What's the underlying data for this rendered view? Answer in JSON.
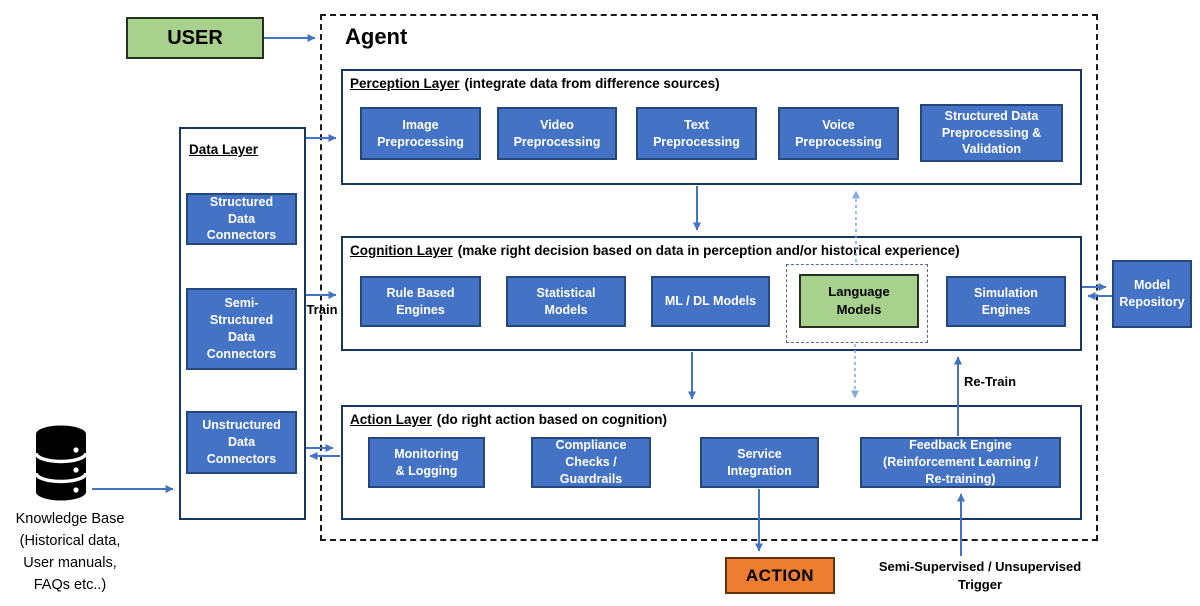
{
  "colors": {
    "box_blue": "#4472c4",
    "box_green": "#a9d18e",
    "box_orange": "#ed7d31",
    "arrow_blue": "#4472c4",
    "dashed_arrow_blue": "#85aade",
    "layer_border": "#17375e"
  },
  "user_box": {
    "label": "USER"
  },
  "agent": {
    "title": "Agent"
  },
  "perception_layer": {
    "name": "Perception Layer",
    "desc": "(integrate data from difference sources)",
    "boxes": [
      {
        "label": "Image\nPreprocessing"
      },
      {
        "label": "Video\nPreprocessing"
      },
      {
        "label": "Text\nPreprocessing"
      },
      {
        "label": "Voice\nPreprocessing"
      },
      {
        "label": "Structured Data\nPreprocessing &\nValidation"
      }
    ]
  },
  "cognition_layer": {
    "name": "Cognition Layer",
    "desc": "(make right decision based on data in perception and/or historical experience)",
    "boxes": [
      {
        "label": "Rule Based\nEngines"
      },
      {
        "label": "Statistical\nModels"
      },
      {
        "label": "ML / DL Models"
      },
      {
        "label": "Language\nModels"
      },
      {
        "label": "Simulation\nEngines"
      }
    ]
  },
  "action_layer": {
    "name": "Action Layer",
    "desc": "(do right action based on cognition)",
    "boxes": [
      {
        "label": "Monitoring\n& Logging"
      },
      {
        "label": "Compliance\nChecks /\nGuardrails"
      },
      {
        "label": "Service\nIntegration"
      },
      {
        "label": "Feedback Engine\n(Reinforcement Learning /\nRe-training)"
      }
    ]
  },
  "data_layer": {
    "title": "Data Layer",
    "boxes": [
      {
        "label": "Structured\nData\nConnectors"
      },
      {
        "label": "Semi-\nStructured\nData\nConnectors"
      },
      {
        "label": "Unstructured\nData\nConnectors"
      }
    ]
  },
  "knowledge_base": {
    "icon": "database-icon",
    "label": "Knowledge Base\n(Historical data,\nUser manuals,\nFAQs etc..)"
  },
  "model_repository": {
    "label": "Model\nRepository"
  },
  "action_output": {
    "label": "ACTION"
  },
  "flow_labels": {
    "train": "Train",
    "retrain": "Re-Train",
    "trigger": "Semi-Supervised / Unsupervised\nTrigger"
  }
}
